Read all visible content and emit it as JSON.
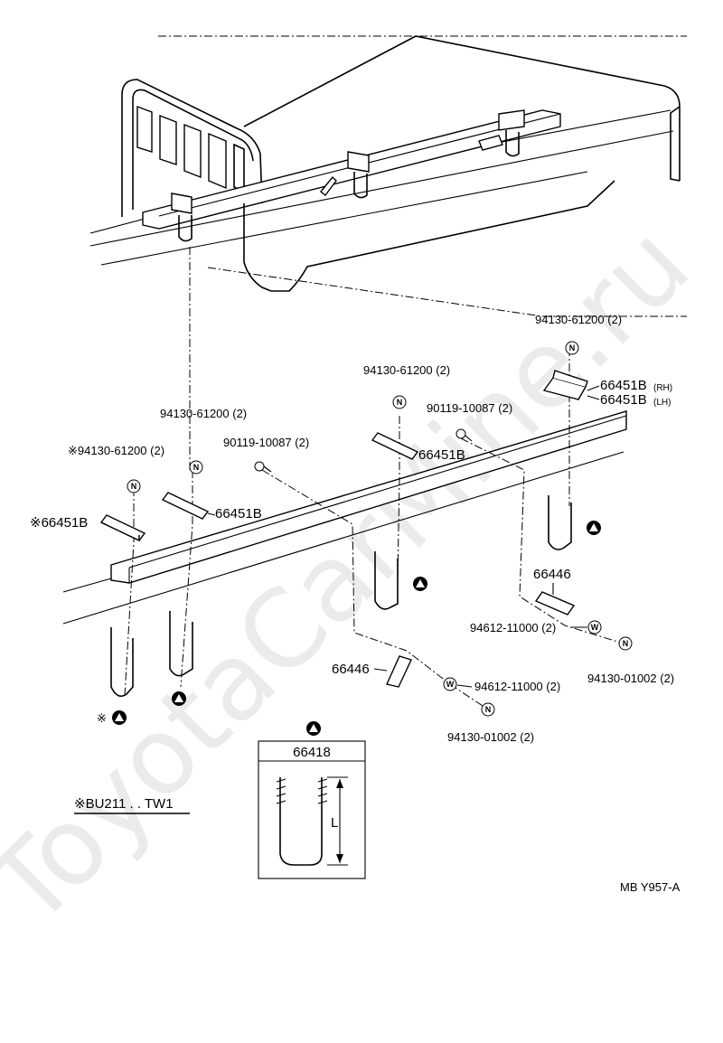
{
  "watermark": "ToyotaCarMine.ru",
  "diagram_code": "MB Y957-A",
  "applicability_note": "※BU211 . . TW1",
  "legend": {
    "title": "66418",
    "dimension_label": "L"
  },
  "icons": {
    "nut": "N",
    "washer": "W",
    "ubolt_marker": "triangle-in-circle-icon"
  },
  "labels": {
    "nut_top_right": "94130-61200 (2)",
    "bracket_rh": "66451B",
    "bracket_rh_suffix": "(RH)",
    "bracket_lh": "66451B",
    "bracket_lh_suffix": "(LH)",
    "nut_mid": "94130-61200 (2)",
    "bolt_mid": "90119-10087 (2)",
    "bracket_mid": "66451B",
    "nut_left2": "94130-61200 (2)",
    "bolt_left": "90119-10087 (2)",
    "nut_left1": "※94130-61200 (2)",
    "bracket_left2": "66451B",
    "bracket_left1": "※66451B",
    "plate_right": "66446",
    "washer_right": "94612-11000 (2)",
    "nut_right_bottom": "94130-01002 (2)",
    "plate_left": "66446",
    "washer_left": "94612-11000 (2)",
    "nut_left_bottom": "94130-01002 (2)",
    "asterisk": "※"
  }
}
